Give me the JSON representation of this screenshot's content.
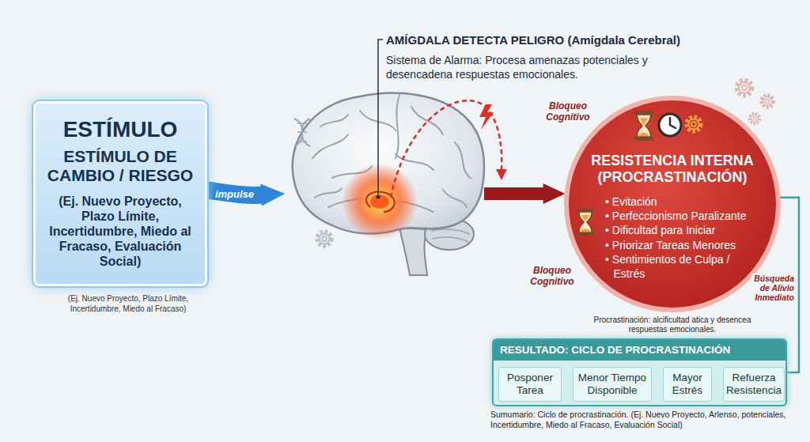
{
  "diagram": {
    "caption": "Sumumario: Ciclo de procrastinación. (Ej. Nuevo Proyecto, Arlenso, potenciales, Incertidumbre, Miedo al Fracaso, Evaluación Social)",
    "nodes": [
      {
        "text": [
          "ESTÍMULO",
          "ESTÍMULO DE CAMBIO / RIESGO",
          "(Ej. Nuevo Proyecto, Plazo Límite, Incertidumbre, Miedo al Fracaso, Evaluación Social)"
        ]
      },
      {
        "text": [
          "AMÍGDALA DETECTA PELIGRO (Amígdala Cerebral)",
          "Sistema de Alarma: Procesa amenazas potenciales y desencadena respuestas emocionales."
        ]
      },
      {
        "text": [
          "RESISTENCIA INTERNA (PROCRASTINACIÓN)",
          "• Evitación",
          "• Perfeccionismo Paralizante",
          "• Dificultad para Iniciar",
          "• Priorizar Tareas Menores",
          "• Sentimientos de Culpa / Estrés"
        ]
      },
      {
        "text": [
          "RESULTADO: CICLO DE PROCRASTINACIÓN"
        ]
      },
      {
        "text": [
          "Posponer Tarea"
        ],
        "in": 3
      },
      {
        "text": [
          "Menor Tiempo Disponible"
        ],
        "in": 3
      },
      {
        "text": [
          "Mayor Estrés"
        ],
        "in": 3
      },
      {
        "text": [
          "Refuerza Resistencia"
        ],
        "in": 3
      }
    ],
    "edges": [
      {
        "from": 0,
        "to": 1,
        "arrow": "to",
        "label": "impulse"
      },
      {
        "from": 1,
        "to": 2,
        "arrow": "to"
      },
      {
        "from": 2,
        "to": 3,
        "arrow": "none"
      },
      {
        "from": 4,
        "to": 5,
        "arrow": "to"
      },
      {
        "from": 5,
        "to": 6,
        "arrow": "to"
      },
      {
        "from": 6,
        "to": 7,
        "arrow": "to"
      }
    ],
    "labels": [
      "(Ej. Nuevo Proyecto, Plazo Límite, Incertidumbre, Miedo al Fracaso)",
      "Bloqueo Cognitivo",
      "Bloqueo Cognitivo",
      "Búsqueda de Alivio Inmediato",
      "Procrastinación: alcificultad atica y desencea respuestas emocionales."
    ]
  }
}
